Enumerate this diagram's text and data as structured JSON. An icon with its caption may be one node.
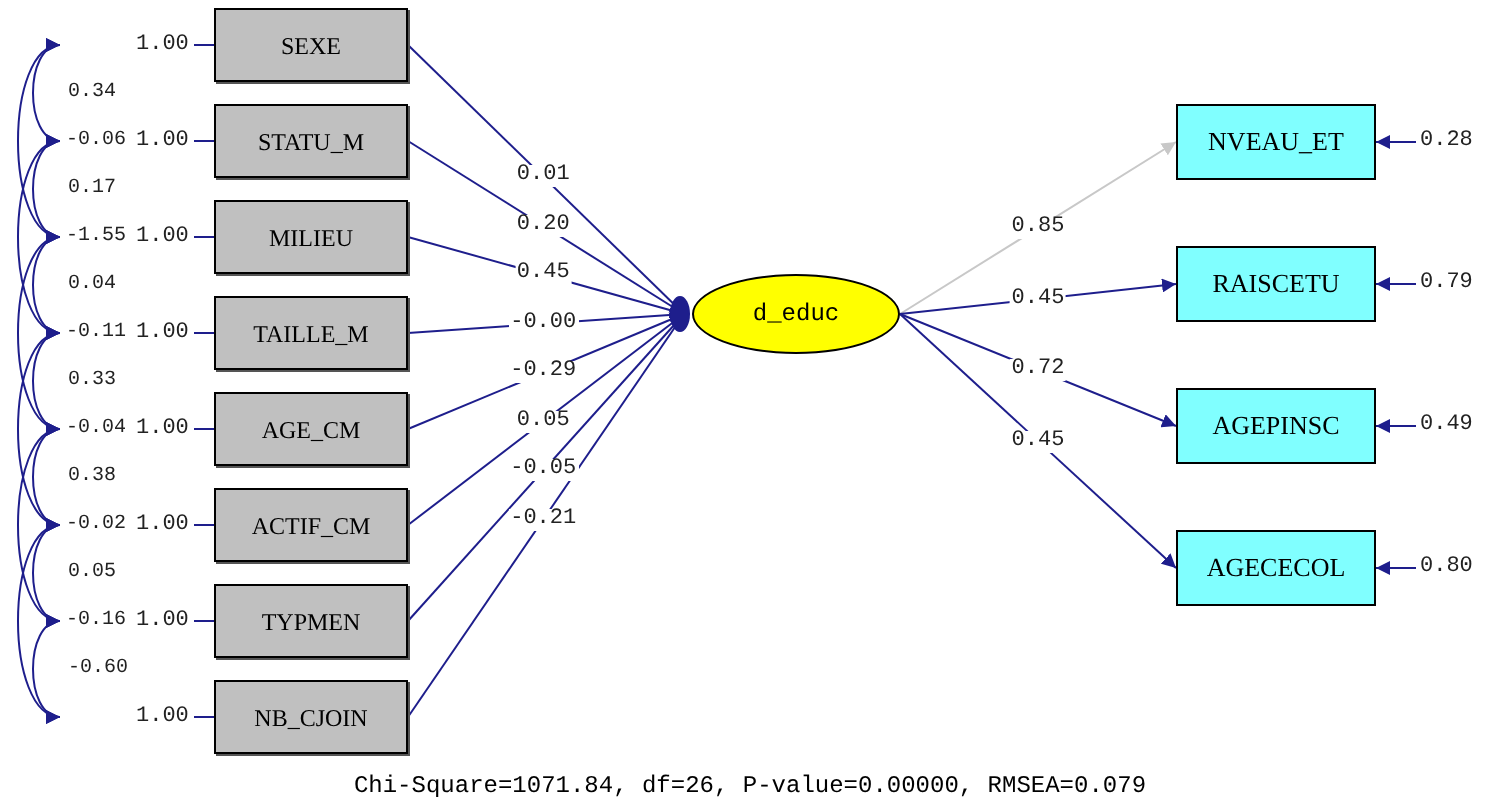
{
  "diagram": {
    "caption": "Chi-Square=1071.84, df=26, P-value=0.00000, RMSEA=0.079",
    "nodes": [
      {
        "text": [
          "SEXE"
        ],
        "beside": [
          "1.00"
        ]
      },
      {
        "text": [
          "STATU_M"
        ],
        "beside": [
          "1.00"
        ]
      },
      {
        "text": [
          "MILIEU"
        ],
        "beside": [
          "1.00"
        ]
      },
      {
        "text": [
          "TAILLE_M"
        ],
        "beside": [
          "1.00"
        ]
      },
      {
        "text": [
          "AGE_CM"
        ],
        "beside": [
          "1.00"
        ]
      },
      {
        "text": [
          "ACTIF_CM"
        ],
        "beside": [
          "1.00"
        ]
      },
      {
        "text": [
          "TYPMEN"
        ],
        "beside": [
          "1.00"
        ]
      },
      {
        "text": [
          "NB_CJOIN"
        ],
        "beside": [
          "1.00"
        ]
      },
      {
        "text": [
          "d_educ"
        ]
      },
      {
        "text": [
          "NVEAU_ET"
        ],
        "beside": [
          "0.28"
        ]
      },
      {
        "text": [
          "RAISCETU"
        ],
        "beside": [
          "0.79"
        ]
      },
      {
        "text": [
          "AGEPINSC"
        ],
        "beside": [
          "0.49"
        ]
      },
      {
        "text": [
          "AGECECOL"
        ],
        "beside": [
          "0.80"
        ]
      }
    ],
    "edges": [
      {
        "from": 0,
        "to": 8,
        "arrow": "to",
        "label": "0.01"
      },
      {
        "from": 1,
        "to": 8,
        "arrow": "to",
        "label": "0.20"
      },
      {
        "from": 2,
        "to": 8,
        "arrow": "to",
        "label": "0.45"
      },
      {
        "from": 3,
        "to": 8,
        "arrow": "to",
        "label": "-0.00"
      },
      {
        "from": 4,
        "to": 8,
        "arrow": "to",
        "label": "-0.29"
      },
      {
        "from": 5,
        "to": 8,
        "arrow": "to",
        "label": "0.05"
      },
      {
        "from": 6,
        "to": 8,
        "arrow": "to",
        "label": "-0.05"
      },
      {
        "from": 7,
        "to": 8,
        "arrow": "to",
        "label": "-0.21"
      },
      {
        "from": 8,
        "to": 9,
        "arrow": "to",
        "label": "0.85",
        "color": "#c8c8c8"
      },
      {
        "from": 8,
        "to": 10,
        "arrow": "to",
        "label": "0.45"
      },
      {
        "from": 8,
        "to": 11,
        "arrow": "to",
        "label": "0.72"
      },
      {
        "from": 8,
        "to": 12,
        "arrow": "to",
        "label": "0.45"
      },
      {
        "from": null,
        "to": 9,
        "arrow": "to"
      },
      {
        "from": null,
        "to": 10,
        "arrow": "to"
      },
      {
        "from": null,
        "to": 11,
        "arrow": "to"
      },
      {
        "from": null,
        "to": 12,
        "arrow": "to"
      },
      {
        "from": 0,
        "to": 1,
        "arrow": "both"
      },
      {
        "from": 1,
        "to": 2,
        "arrow": "both"
      },
      {
        "from": 2,
        "to": 3,
        "arrow": "both"
      },
      {
        "from": 3,
        "to": 4,
        "arrow": "both"
      },
      {
        "from": 4,
        "to": 5,
        "arrow": "both"
      },
      {
        "from": 5,
        "to": 6,
        "arrow": "both"
      },
      {
        "from": 6,
        "to": 7,
        "arrow": "both"
      },
      {
        "from": 0,
        "to": 2,
        "arrow": "both"
      },
      {
        "from": 1,
        "to": 3,
        "arrow": "both"
      },
      {
        "from": 2,
        "to": 4,
        "arrow": "both"
      },
      {
        "from": 3,
        "to": 5,
        "arrow": "both"
      },
      {
        "from": 4,
        "to": 6,
        "arrow": "both"
      },
      {
        "from": 5,
        "to": 7,
        "arrow": "both"
      }
    ],
    "labels": [
      "0.34",
      "-0.06",
      "0.17",
      "-1.55",
      "0.04",
      "-0.11",
      "0.33",
      "-0.04",
      "0.38",
      "-0.02",
      "0.05",
      "-0.16",
      "-0.60"
    ]
  }
}
